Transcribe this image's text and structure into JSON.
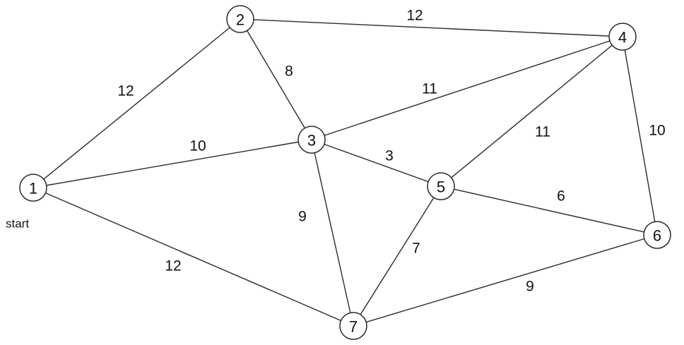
{
  "graph": {
    "start_label": "start",
    "start_node": "1",
    "nodes": [
      {
        "id": "1",
        "label": "1"
      },
      {
        "id": "2",
        "label": "2"
      },
      {
        "id": "3",
        "label": "3"
      },
      {
        "id": "4",
        "label": "4"
      },
      {
        "id": "5",
        "label": "5"
      },
      {
        "id": "6",
        "label": "6"
      },
      {
        "id": "7",
        "label": "7"
      }
    ],
    "edges": [
      {
        "from": "1",
        "to": "2",
        "weight": "12"
      },
      {
        "from": "1",
        "to": "3",
        "weight": "10"
      },
      {
        "from": "1",
        "to": "7",
        "weight": "12"
      },
      {
        "from": "2",
        "to": "3",
        "weight": "8"
      },
      {
        "from": "2",
        "to": "4",
        "weight": "12"
      },
      {
        "from": "3",
        "to": "4",
        "weight": "11"
      },
      {
        "from": "3",
        "to": "5",
        "weight": "3"
      },
      {
        "from": "3",
        "to": "7",
        "weight": "9"
      },
      {
        "from": "4",
        "to": "5",
        "weight": "11"
      },
      {
        "from": "4",
        "to": "6",
        "weight": "10"
      },
      {
        "from": "5",
        "to": "6",
        "weight": "6"
      },
      {
        "from": "5",
        "to": "7",
        "weight": "7"
      },
      {
        "from": "6",
        "to": "7",
        "weight": "9"
      }
    ]
  }
}
